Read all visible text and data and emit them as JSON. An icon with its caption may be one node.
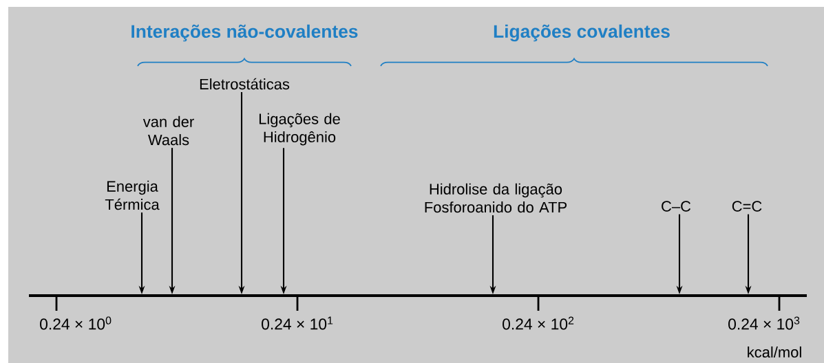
{
  "diagram": {
    "nodes": [
      {
        "text": [
          "Energia Térmica"
        ]
      },
      {
        "text": [
          "van der Waals"
        ]
      },
      {
        "text": [
          "Eletrostáticas"
        ]
      },
      {
        "text": [
          "Ligações de Hidrogênio"
        ]
      },
      {
        "text": [
          "Hidrolise da ligação Fosforoanido do ATP"
        ]
      },
      {
        "text": [
          "C–C"
        ]
      },
      {
        "text": [
          "C=C"
        ]
      }
    ],
    "edges": [
      {
        "from": 0,
        "to": null,
        "arrow": "to"
      },
      {
        "from": 1,
        "to": null,
        "arrow": "to"
      },
      {
        "from": 2,
        "to": null,
        "arrow": "to"
      },
      {
        "from": 3,
        "to": null,
        "arrow": "to"
      },
      {
        "from": 4,
        "to": null,
        "arrow": "to"
      },
      {
        "from": 5,
        "to": null,
        "arrow": "to"
      },
      {
        "from": 6,
        "to": null,
        "arrow": "to"
      }
    ],
    "labels": [
      "Interações não-covalentes",
      "Ligações covalentes",
      "0.24 × 10$^{0}$",
      "0.24 × 10$^{1}$",
      "0.24 × 10$^{2}$",
      "0.24 × 10$^{3}$",
      "kcal/mol"
    ]
  }
}
